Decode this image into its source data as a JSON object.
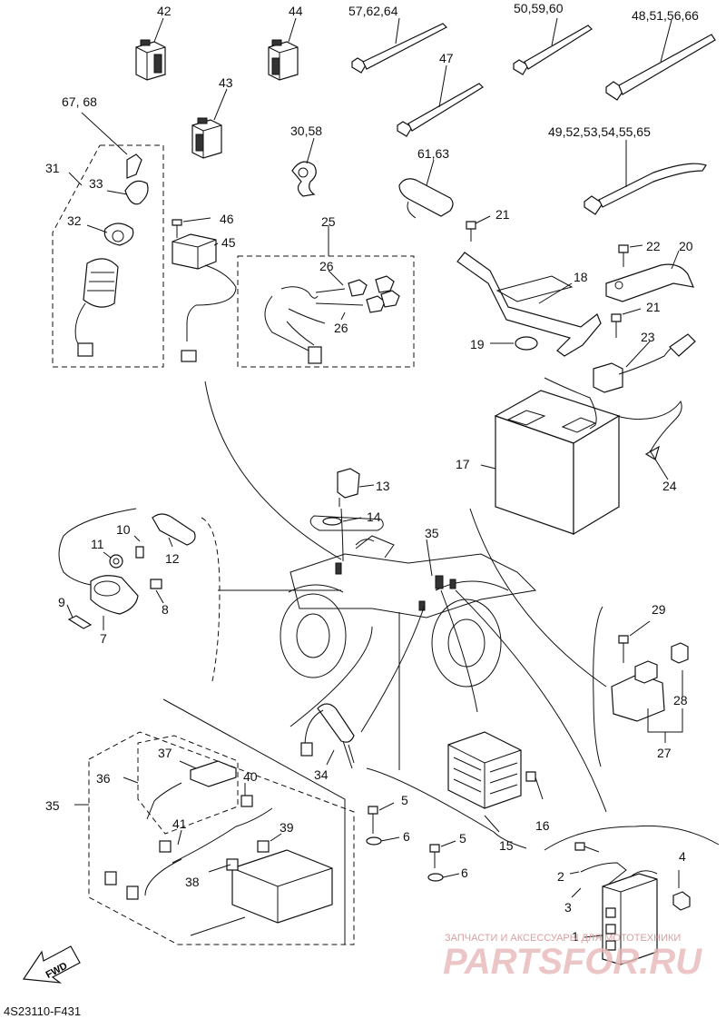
{
  "diagram": {
    "code": "4S23110-F431",
    "fwd_label": "FWD",
    "labels": {
      "p42": "42",
      "p44": "44",
      "p57": "57,62,64",
      "p50": "50,59,60",
      "p48": "48,51,56,66",
      "p43": "43",
      "p47": "47",
      "p67": "67, 68",
      "p30": "30,58",
      "p61": "61,63",
      "p49": "49,52,53,54,55,65",
      "p31": "31",
      "p33": "33",
      "p32": "32",
      "p46": "46",
      "p45": "45",
      "p25": "25",
      "p26a": "26",
      "p26b": "26",
      "p21a": "21",
      "p22": "22",
      "p20": "20",
      "p18": "18",
      "p21b": "21",
      "p19": "19",
      "p23": "23",
      "p17": "17",
      "p24": "24",
      "p13": "13",
      "p14": "14",
      "p10": "10",
      "p11": "11",
      "p12": "12",
      "p35a": "35",
      "p9": "9",
      "p8": "8",
      "p7": "7",
      "p29": "29",
      "p28": "28",
      "p27": "27",
      "p37": "37",
      "p36": "36",
      "p40": "40",
      "p35b": "35",
      "p34": "34",
      "p41": "41",
      "p39": "39",
      "p38": "38",
      "p5a": "5",
      "p6a": "6",
      "p5b": "5",
      "p6b": "6",
      "p15": "15",
      "p16": "16",
      "p4": "4",
      "p2": "2",
      "p3": "3",
      "p1": "1"
    }
  },
  "watermark": {
    "line1": "ЗАПЧАСТИ И АКСЕССУАРЫ ДЛЯ МОТОТЕХНИКИ",
    "line2": "PARTSFOR.RU"
  }
}
